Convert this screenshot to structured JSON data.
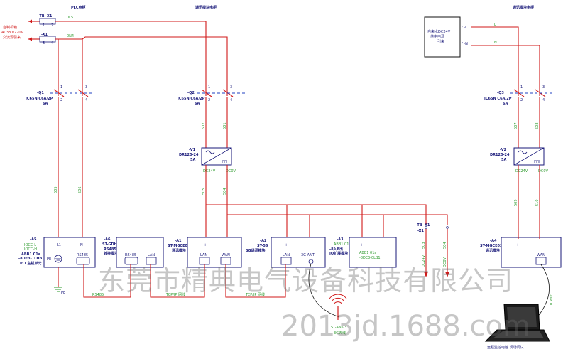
{
  "titles": {
    "plc_cabinet": "PLC电柜",
    "comm_cabinet_1": "通讯模块电柜",
    "comm_cabinet_2": "通讯模块电柜"
  },
  "inputs": {
    "label_1": "自制机箱",
    "label_2": "AC380/220V",
    "label_3": "交流源引来",
    "terminal_l": "-TB -X1",
    "terminal_n": "-X1",
    "wire_l": "0L5",
    "wire_n": "0N4"
  },
  "breakers": {
    "q1_tag": "-Q1",
    "q1_spec": "IC65N C6A/2P",
    "q1_rating": "6A",
    "q2_tag": "-Q2",
    "q2_spec": "IC65N C6A/2P",
    "q2_rating": "6A",
    "q3_tag": "-Q3",
    "q3_spec": "IC65N C6A/2P",
    "q3_rating": "6A"
  },
  "supplies": {
    "v1_tag": "-V1",
    "v1_model": "DR120-24",
    "v1_rating": "5A",
    "v2_tag": "-V2",
    "v2_model": "DR120-24",
    "v2_rating": "5A",
    "out_pos": "DC24V",
    "out_neg": "DC0V"
  },
  "wires": {
    "w1": "505",
    "w2": "506",
    "w3": "502",
    "w4": "501",
    "w5": "505",
    "w6": "504",
    "w7": "507",
    "w8": "508",
    "w9": "509",
    "w10": "510",
    "w11": "503",
    "w12": "504"
  },
  "modules": {
    "a5_tag": "-A5",
    "a5_l1": "IOCC-L",
    "a5_l2": "IOCC-H",
    "a5_l3": "ABB1 01a",
    "a5_l4": "-8DE3-1LHB",
    "a5_l5": "PLC主机单元",
    "a5_pe": "PE",
    "a5_port": "RS485",
    "a6_tag": "-A6",
    "a6_l1": "ST-GDb",
    "a6_l2": "RS485",
    "a6_l3": "转换模块",
    "a6_port": "RS485",
    "a6_lan": "LAN",
    "a1_tag": "-A1",
    "a1_l1": "ST-MGCE02",
    "a1_l2": "通讯模块",
    "a1_lan": "LAN",
    "a1_wan": "WAN",
    "a2_tag": "-A2",
    "a2_l1": "ST-56",
    "a2_l2": "3G通讯模块",
    "a2_lan": "LAN",
    "a2_ant": "3G ANT",
    "a3_tag": "-A3",
    "a3_l1": "ABB1 01a",
    "a3_l2": "-8入8出",
    "a3_l3": "IO扩展模块",
    "a3_inner": "ABB1 01a",
    "a3_inner2": "-8DE3-0LB1",
    "a4_tag": "-A4",
    "a4_l1": "ST-MGCE02",
    "a4_l2": "通讯模块",
    "a4_wan": "WAN",
    "plus": "+",
    "minus": "-"
  },
  "terminals": {
    "x3": "-TB -X1",
    "x4": "-X1",
    "o_left": "DC24V",
    "o_right": "DC0V"
  },
  "antenna": {
    "label": "ST-ANT-3",
    "sub": "3G天线"
  },
  "cables": {
    "rs485": "RS485",
    "tcpip1": "TCP/IP 网线",
    "tcpip2": "TCP/IP 网线",
    "tcpip3": "TCP/IP"
  },
  "remote": {
    "line1": "自来水DC24V",
    "line2": "供电电源",
    "line3": "引来",
    "pin_l": "L",
    "pin_n": "N",
    "mark_l": "/ -L",
    "mark_n": "/ -N"
  },
  "laptop": {
    "label": "远程监控电脑 现场调试"
  },
  "watermark": {
    "company": "东莞市精典电气设备科技有限公司",
    "site": "2013jd.1688.com"
  }
}
